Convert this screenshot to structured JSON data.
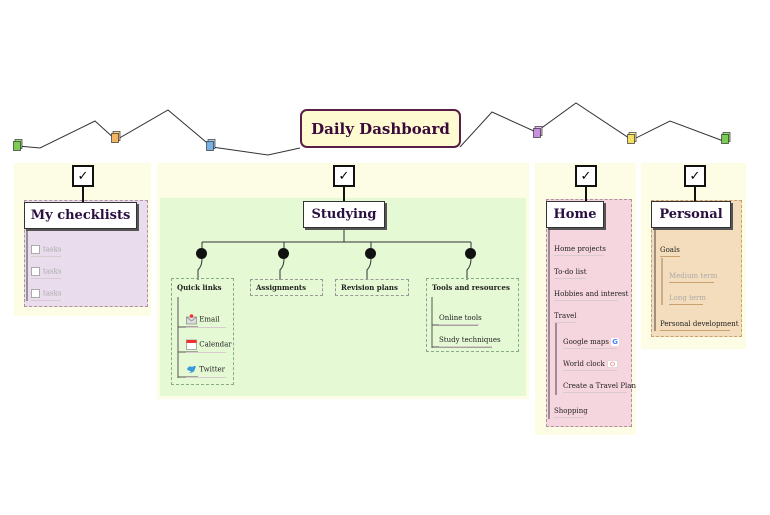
{
  "title": "Daily Dashboard",
  "check_glyph": "✓",
  "colors": {
    "zone": "#fdfde6",
    "checklists_panel": "#e9dcec",
    "studying_panel": "#e5f9d4",
    "home_panel": "#f6d6de",
    "personal_panel": "#f4ddbc",
    "title_fill": "#fffbd0",
    "title_border": "#5a1e46"
  },
  "icons": {
    "notes": [
      "note-green-icon",
      "note-orange-icon",
      "note-blue-icon",
      "note-purple-icon",
      "note-yellow-icon",
      "note-green-icon"
    ],
    "email": "mail-icon",
    "calendar": "calendar-icon",
    "twitter": "bird-icon",
    "google_maps": "google-icon",
    "world_clock": "clock-icon"
  },
  "sections": {
    "checklists": {
      "title": "My checklists",
      "tasks": [
        "tasks",
        "tasks",
        "tasks"
      ]
    },
    "studying": {
      "title": "Studying",
      "quick_links": {
        "title": "Quick links",
        "items": [
          "Email",
          "Calendar",
          "Twitter"
        ]
      },
      "assignments": {
        "title": "Assignments"
      },
      "revision_plans": {
        "title": "Revision plans"
      },
      "tools": {
        "title": "Tools and resources",
        "items": [
          "Online tools",
          "Study techniques"
        ]
      }
    },
    "home": {
      "title": "Home",
      "items": [
        "Home projects",
        "To-do list",
        "Hobbies and interest",
        "Travel",
        "Shopping"
      ],
      "travel_items": [
        "Google maps",
        "World clock",
        "Create a Travel  Plan"
      ]
    },
    "personal": {
      "title": "Personal",
      "goals": "Goals",
      "goal_items": [
        "Medium term",
        "Long term"
      ],
      "development": "Personal development"
    }
  }
}
